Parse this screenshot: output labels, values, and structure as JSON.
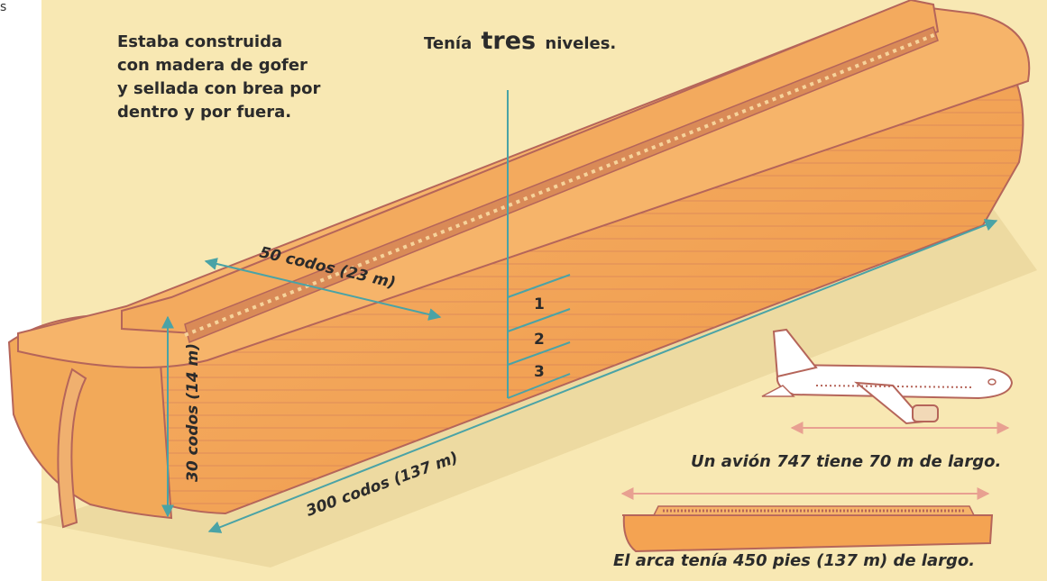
{
  "edge_mark": "s",
  "intro": {
    "lines": "Estaba construida\ncon madera de gofer\ny sellada con brea por\ndentro y por fuera."
  },
  "levels": {
    "before": "Tenía",
    "emphasis": "tres",
    "after": "niveles.",
    "labels": [
      "1",
      "2",
      "3"
    ]
  },
  "dimensions": {
    "width": "50 codos (23 m)",
    "height": "30 codos (14 m)",
    "length": "300 codos (137 m)"
  },
  "captions": {
    "plane": "Un avión 747 tiene 70 m de largo.",
    "ark": "El arca tenía 450 pies (137 m) de largo."
  },
  "colors": {
    "background": "#f8e8b3",
    "hull": "#f4a352",
    "hull_dark": "#e8893a",
    "outline": "#b5655a",
    "deck": "#f6b46a",
    "dimension_line": "#4aa3a6",
    "comparison_arrow": "#e8a091"
  }
}
